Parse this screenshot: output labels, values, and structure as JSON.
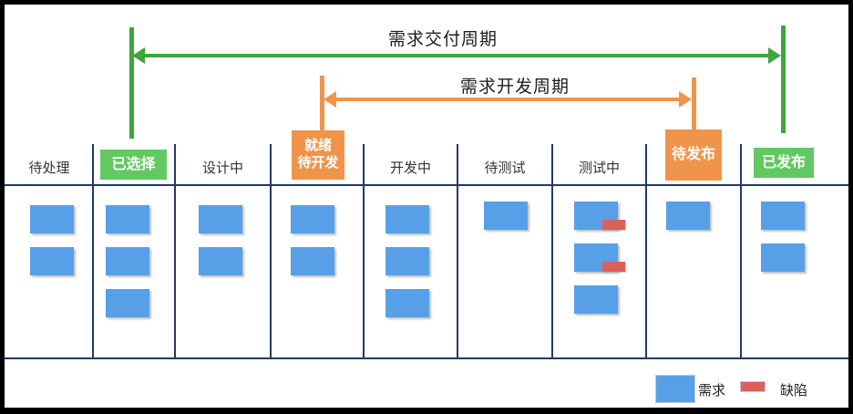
{
  "colors": {
    "green": "#3DA63E",
    "green_badge": "#62C862",
    "orange": "#F0944C",
    "blue_card": "#57A0E8",
    "red_defect": "#DC605A",
    "line_navy": "#23386B",
    "text_dark": "#1E1E1E"
  },
  "cycles": {
    "delivery_label": "需求交付周期",
    "development_label": "需求开发周期"
  },
  "columns": [
    {
      "label": "待处理",
      "type": "plain",
      "cards": 2
    },
    {
      "label": "已选择",
      "type": "green-badge",
      "cards": 3
    },
    {
      "label": "设计中",
      "type": "plain",
      "cards": 2
    },
    {
      "label": "就绪",
      "label2": "待开发",
      "type": "orange-badge",
      "cards": 2
    },
    {
      "label": "开发中",
      "type": "plain",
      "cards": 3
    },
    {
      "label": "待测试",
      "type": "plain",
      "cards": 1
    },
    {
      "label": "测试中",
      "type": "plain",
      "cards": 3,
      "defect_cards": [
        0,
        1
      ]
    },
    {
      "label": "待发布",
      "type": "orange-badge",
      "cards": 1
    },
    {
      "label": "已发布",
      "type": "green-badge",
      "cards": 2
    }
  ],
  "legend": {
    "requirement_label": "需求",
    "defect_label": "缺陷"
  }
}
